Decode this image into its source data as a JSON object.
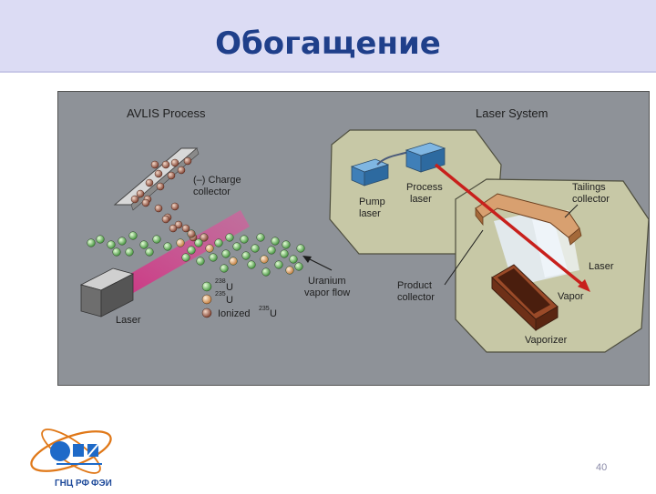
{
  "slide": {
    "title": "Обогащение",
    "page_number": "40"
  },
  "diagram": {
    "left_title": "AVLIS Process",
    "right_title": "Laser System",
    "charge_collector": [
      "(–) Charge",
      "collector"
    ],
    "laser": "Laser",
    "uranium_vapor_flow": [
      "Uranium",
      "vapor flow"
    ],
    "legend": [
      {
        "sup": "238",
        "text": "U",
        "color": "#5fae5a"
      },
      {
        "sup": "235",
        "text": "U",
        "color": "#e0a878"
      },
      {
        "sup": "235",
        "text": "Ionized",
        "suffix": "U",
        "color": "#a05a4a"
      }
    ],
    "pump_laser": [
      "Pump",
      "laser"
    ],
    "process_laser": [
      "Process",
      "laser"
    ],
    "tailings_collector": [
      "Tailings",
      "collector"
    ],
    "laser_right": "Laser",
    "product_collector": [
      "Product",
      "collector"
    ],
    "vapor": "Vapor",
    "vaporizer": "Vaporizer"
  },
  "logo": {
    "left_text": "ГНЦ РФ",
    "right_text": "ФЭИ"
  }
}
